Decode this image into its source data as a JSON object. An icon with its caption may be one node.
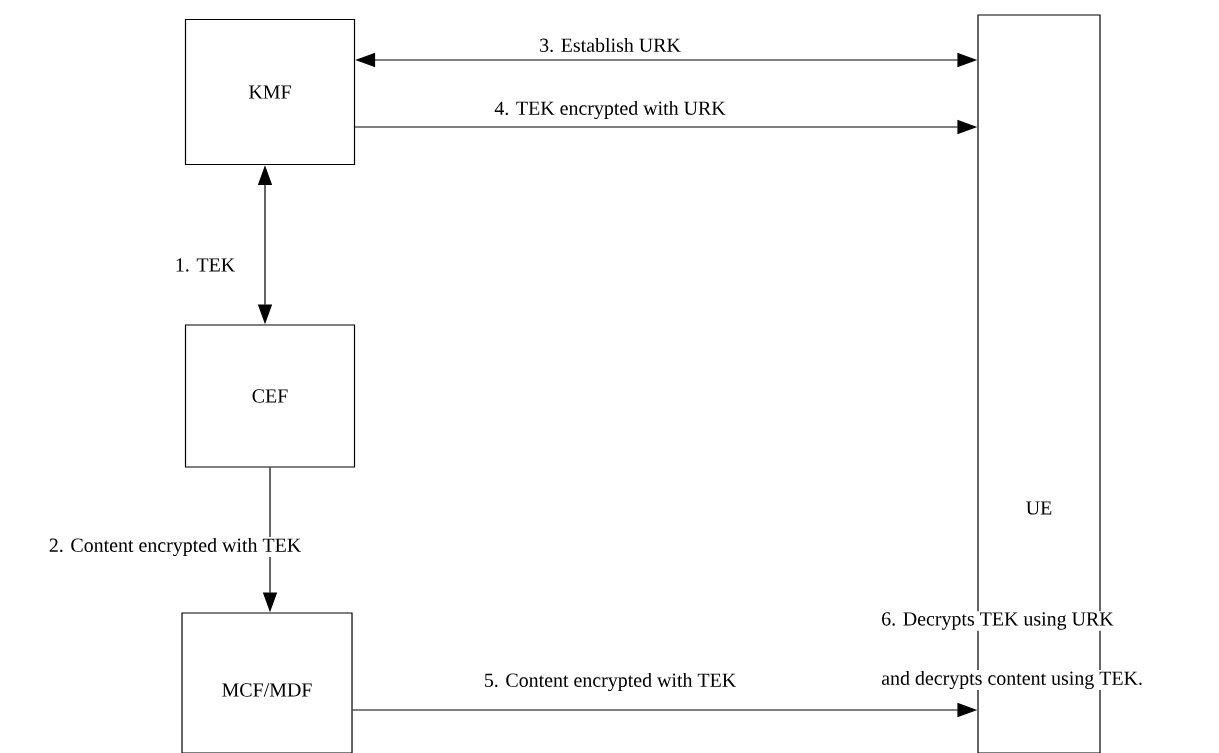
{
  "diagram": {
    "nodes": [
      {
        "text": [
          "KMF"
        ]
      },
      {
        "text": [
          "CEF"
        ]
      },
      {
        "text": [
          "MCF/MDF"
        ]
      },
      {
        "text": [
          "UE"
        ]
      }
    ],
    "edges": [
      {
        "from": 0,
        "to": 3,
        "arrow": "both",
        "label": "3. Establish URK"
      },
      {
        "from": 0,
        "to": 3,
        "arrow": "to",
        "label": "4. TEK encrypted with URK"
      },
      {
        "from": 0,
        "to": 1,
        "arrow": "both",
        "label": "1. TEK"
      },
      {
        "from": 1,
        "to": 2,
        "arrow": "to",
        "label": "2. Content encrypted with TEK"
      },
      {
        "from": 2,
        "to": 3,
        "arrow": "to",
        "label": "5. Content encrypted with TEK"
      }
    ],
    "labels": [
      "6. Decrypts TEK using URK",
      "and decrypts content using TEK."
    ]
  }
}
